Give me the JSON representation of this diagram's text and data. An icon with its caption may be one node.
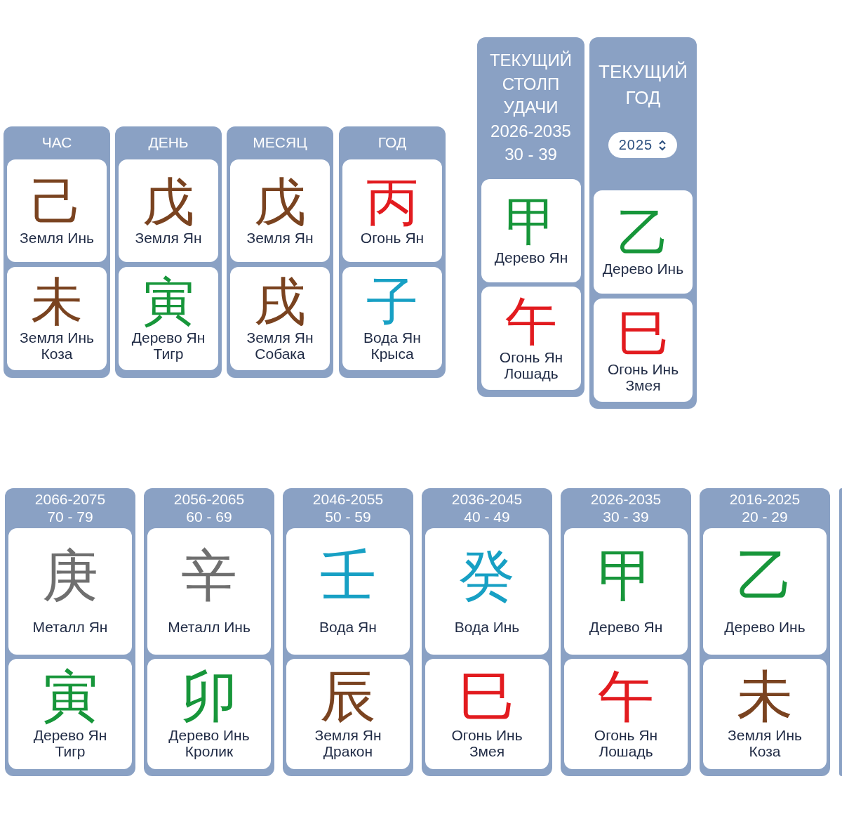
{
  "diagram": {
    "nodes": [
      {
        "text": [
          "ЧАС"
        ]
      },
      {
        "text": [
          "己",
          "Земля Инь"
        ],
        "in": 0
      },
      {
        "text": [
          "未",
          "Земля Инь",
          "Коза"
        ],
        "in": 0
      },
      {
        "text": [
          "ДЕНЬ"
        ]
      },
      {
        "text": [
          "戊",
          "Земля Ян"
        ],
        "in": 3
      },
      {
        "text": [
          "寅",
          "Дерево Ян",
          "Тигр"
        ],
        "in": 3
      },
      {
        "text": [
          "МЕСЯЦ"
        ]
      },
      {
        "text": [
          "戊",
          "Земля Ян"
        ],
        "in": 6
      },
      {
        "text": [
          "戌",
          "Земля Ян",
          "Собака"
        ],
        "in": 6
      },
      {
        "text": [
          "ГОД"
        ]
      },
      {
        "text": [
          "丙",
          "Огонь Ян"
        ],
        "in": 9
      },
      {
        "text": [
          "子",
          "Вода Ян",
          "Крыса"
        ],
        "in": 9
      },
      {
        "text": [
          "ТЕКУЩИЙ СТОЛП УДАЧИ",
          "2026-2035",
          "30 - 39"
        ]
      },
      {
        "text": [
          "甲",
          "Дерево Ян"
        ],
        "in": 12
      },
      {
        "text": [
          "午",
          "Огонь Ян",
          "Лошадь"
        ],
        "in": 12
      },
      {
        "text": [
          "ТЕКУЩИЙ ГОД"
        ]
      },
      {
        "text": [
          "2025"
        ],
        "in": 15
      },
      {
        "text": [
          "乙",
          "Дерево Инь"
        ],
        "in": 15
      },
      {
        "text": [
          "巳",
          "Огонь Инь",
          "Змея"
        ],
        "in": 15
      },
      {
        "text": [
          "2066-2075",
          "70 - 79"
        ]
      },
      {
        "text": [
          "庚",
          "Металл Ян"
        ],
        "in": 19
      },
      {
        "text": [
          "寅",
          "Дерево Ян",
          "Тигр"
        ],
        "in": 19
      },
      {
        "text": [
          "2056-2065",
          "60 - 69"
        ]
      },
      {
        "text": [
          "辛",
          "Металл Инь"
        ],
        "in": 22
      },
      {
        "text": [
          "卯",
          "Дерево Инь",
          "Кролик"
        ],
        "in": 22
      },
      {
        "text": [
          "2046-2055",
          "50 - 59"
        ]
      },
      {
        "text": [
          "壬",
          "Вода Ян"
        ],
        "in": 25
      },
      {
        "text": [
          "辰",
          "Земля Ян",
          "Дракон"
        ],
        "in": 25
      },
      {
        "text": [
          "2036-2045",
          "40 - 49"
        ]
      },
      {
        "text": [
          "癸",
          "Вода Инь"
        ],
        "in": 28
      },
      {
        "text": [
          "巳",
          "Огонь Инь",
          "Змея"
        ],
        "in": 28
      },
      {
        "text": [
          "2026-2035",
          "30 - 39"
        ]
      },
      {
        "text": [
          "甲",
          "Дерево Ян"
        ],
        "in": 31
      },
      {
        "text": [
          "午",
          "Огонь Ян",
          "Лошадь"
        ],
        "in": 31
      },
      {
        "text": [
          "2016-2025",
          "20 - 29"
        ]
      },
      {
        "text": [
          "乙",
          "Дерево Инь"
        ],
        "in": 34
      },
      {
        "text": [
          "未",
          "Земля Инь",
          "Коза"
        ],
        "in": 34
      },
      {
        "text": [],
        "shape": "box"
      }
    ]
  }
}
